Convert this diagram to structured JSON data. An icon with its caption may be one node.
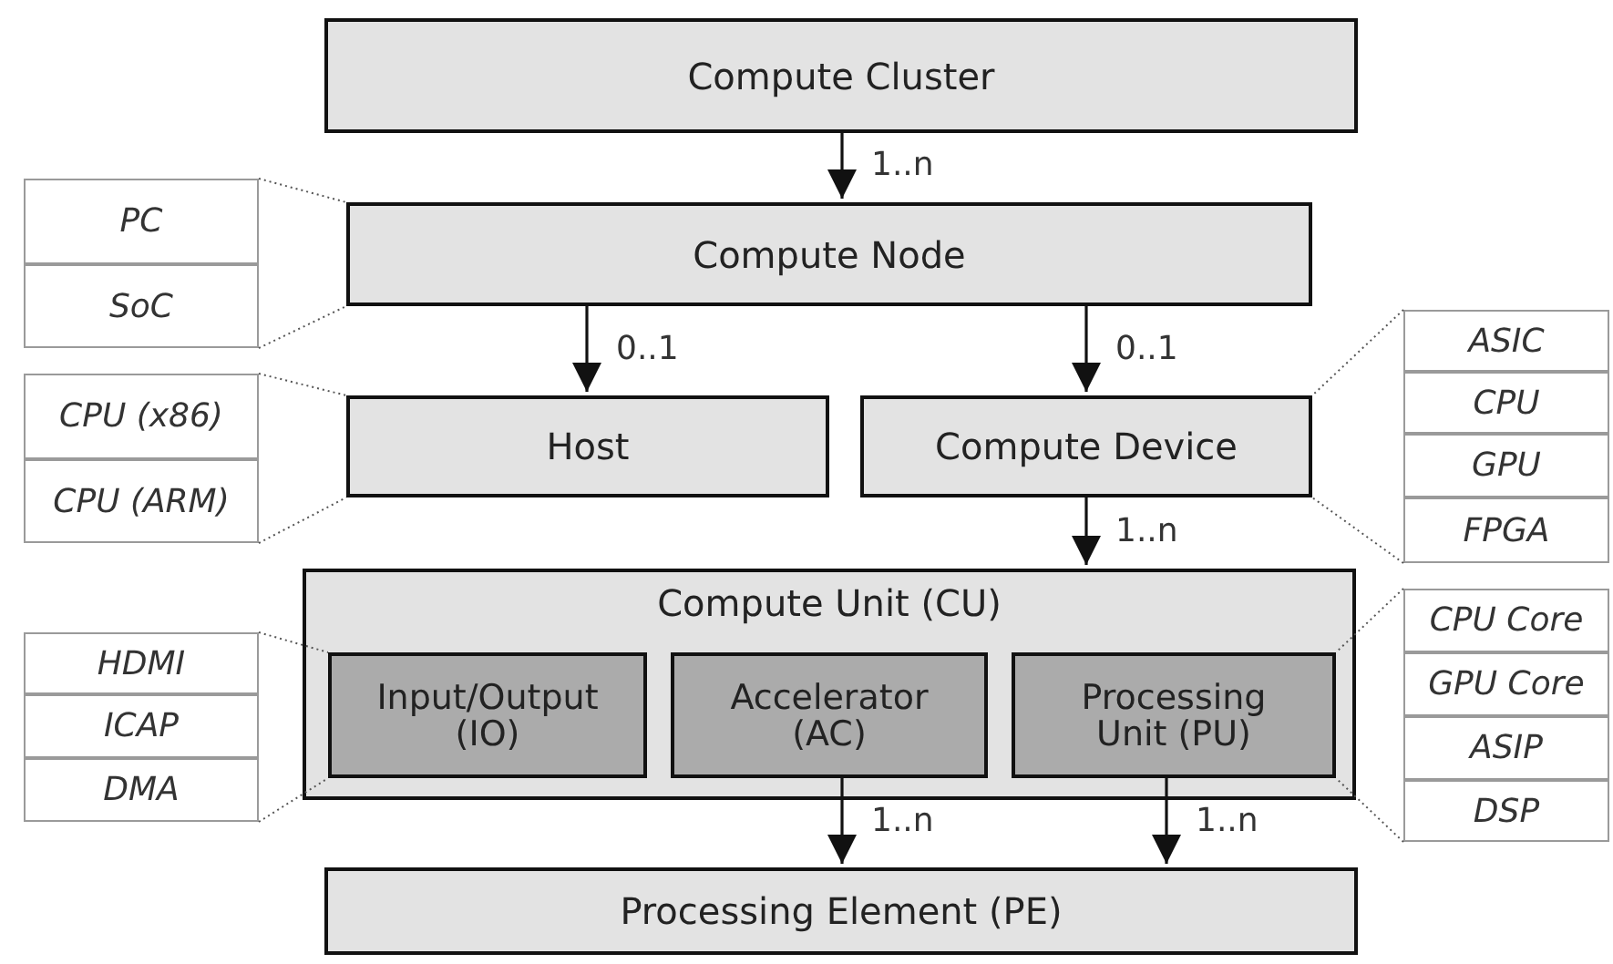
{
  "diagram": {
    "nodes": [
      {
        "text": [
          "Compute Cluster"
        ]
      },
      {
        "text": [
          "PC"
        ]
      },
      {
        "text": [
          "SoC"
        ]
      },
      {
        "text": [
          "Compute Node"
        ]
      },
      {
        "text": [
          "CPU (x86)"
        ]
      },
      {
        "text": [
          "CPU (ARM)"
        ]
      },
      {
        "text": [
          "Host"
        ]
      },
      {
        "text": [
          "Compute Device"
        ]
      },
      {
        "text": [
          "ASIC"
        ]
      },
      {
        "text": [
          "CPU"
        ]
      },
      {
        "text": [
          "GPU"
        ]
      },
      {
        "text": [
          "FPGA"
        ]
      },
      {
        "text": [
          "Compute Unit (CU)"
        ]
      },
      {
        "text": [
          "Input/Output (IO)"
        ],
        "in": 12
      },
      {
        "text": [
          "Accelerator (AC)"
        ],
        "in": 12
      },
      {
        "text": [
          "Processing Unit (PU)"
        ],
        "in": 12
      },
      {
        "text": [
          "HDMI"
        ]
      },
      {
        "text": [
          "ICAP"
        ]
      },
      {
        "text": [
          "DMA"
        ]
      },
      {
        "text": [
          "CPU Core"
        ]
      },
      {
        "text": [
          "GPU Core"
        ]
      },
      {
        "text": [
          "ASIP"
        ]
      },
      {
        "text": [
          "DSP"
        ]
      },
      {
        "text": [
          "Processing Element (PE)"
        ]
      }
    ],
    "edges": [
      {
        "from": 0,
        "to": 3,
        "arrow": "to",
        "label": "1..n"
      },
      {
        "from": 3,
        "to": 6,
        "arrow": "to",
        "label": "0..1"
      },
      {
        "from": 3,
        "to": 7,
        "arrow": "to",
        "label": "0..1"
      },
      {
        "from": 7,
        "to": 12,
        "arrow": "to",
        "label": "1..n"
      },
      {
        "from": 14,
        "to": 23,
        "arrow": "to",
        "label": "1..n"
      },
      {
        "from": 15,
        "to": 23,
        "arrow": "to",
        "label": "1..n"
      },
      {
        "from": 1,
        "to": 3,
        "arrow": "none",
        "style": "dashed"
      },
      {
        "from": 2,
        "to": 3,
        "arrow": "none",
        "style": "dashed"
      },
      {
        "from": 4,
        "to": 6,
        "arrow": "none",
        "style": "dashed"
      },
      {
        "from": 5,
        "to": 6,
        "arrow": "none",
        "style": "dashed"
      },
      {
        "from": 8,
        "to": 7,
        "arrow": "none",
        "style": "dashed"
      },
      {
        "from": 11,
        "to": 7,
        "arrow": "none",
        "style": "dashed"
      },
      {
        "from": 16,
        "to": 13,
        "arrow": "none",
        "style": "dashed"
      },
      {
        "from": 18,
        "to": 13,
        "arrow": "none",
        "style": "dashed"
      },
      {
        "from": 19,
        "to": 15,
        "arrow": "none",
        "style": "dashed"
      },
      {
        "from": 22,
        "to": 15,
        "arrow": "none",
        "style": "dashed"
      }
    ]
  }
}
